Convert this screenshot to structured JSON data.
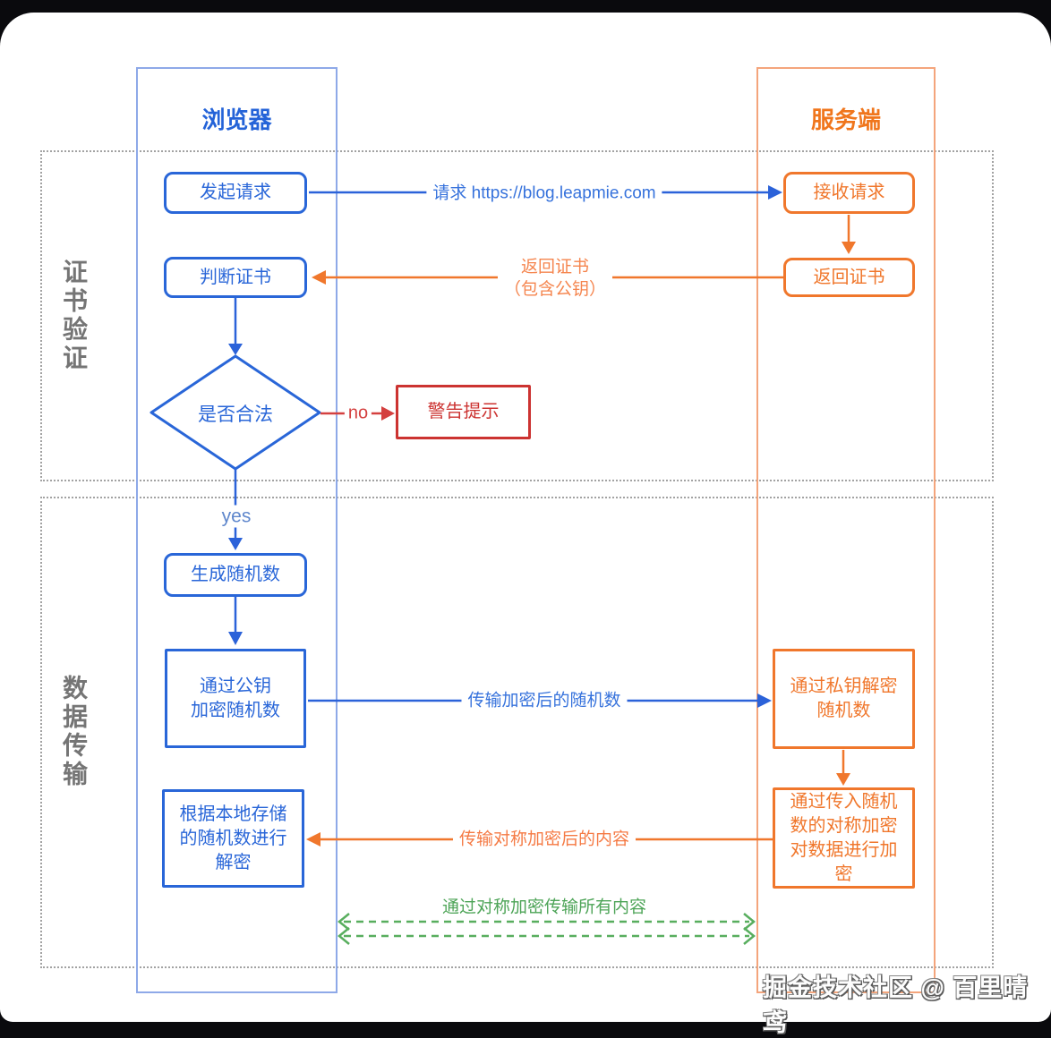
{
  "colors": {
    "blue": "#2966d8",
    "orange": "#f0772c",
    "red": "#cc3331",
    "green": "#4da457",
    "gray_label": "#757575"
  },
  "lanes": {
    "browser": {
      "title": "浏览器"
    },
    "server": {
      "title": "服务端"
    }
  },
  "sections": {
    "cert_verify": {
      "label": "证书验证"
    },
    "data_transfer": {
      "label": "数据传输"
    }
  },
  "nodes": {
    "initiate_request": {
      "label": "发起请求"
    },
    "receive_request": {
      "label": "接收请求"
    },
    "judge_cert": {
      "label": "判断证书"
    },
    "return_cert": {
      "label": "返回证书"
    },
    "is_valid": {
      "label": "是否合法"
    },
    "warning": {
      "label": "警告提示"
    },
    "gen_random": {
      "label": "生成随机数"
    },
    "encrypt_pubkey": {
      "label": "通过公钥\n加密随机数"
    },
    "decrypt_privkey": {
      "label": "通过私钥解密\n随机数"
    },
    "local_decrypt": {
      "label": "根据本地存储\n的随机数进行\n解密"
    },
    "symmetric_encrypt": {
      "label": "通过传入随机\n数的对称加密\n对数据进行加\n密"
    }
  },
  "edges": {
    "request_url": "请求 https://blog.leapmie.com",
    "return_cert_note": "返回证书\n（包含公钥）",
    "no": "no",
    "yes": "yes",
    "transmit_encrypted_random": "传输加密后的随机数",
    "transmit_symmetric_content": "传输对称加密后的内容",
    "symmetric_all": "通过对称加密传输所有内容"
  },
  "footer": {
    "watermark": "掘金技术社区 @ 百里晴鸢"
  }
}
